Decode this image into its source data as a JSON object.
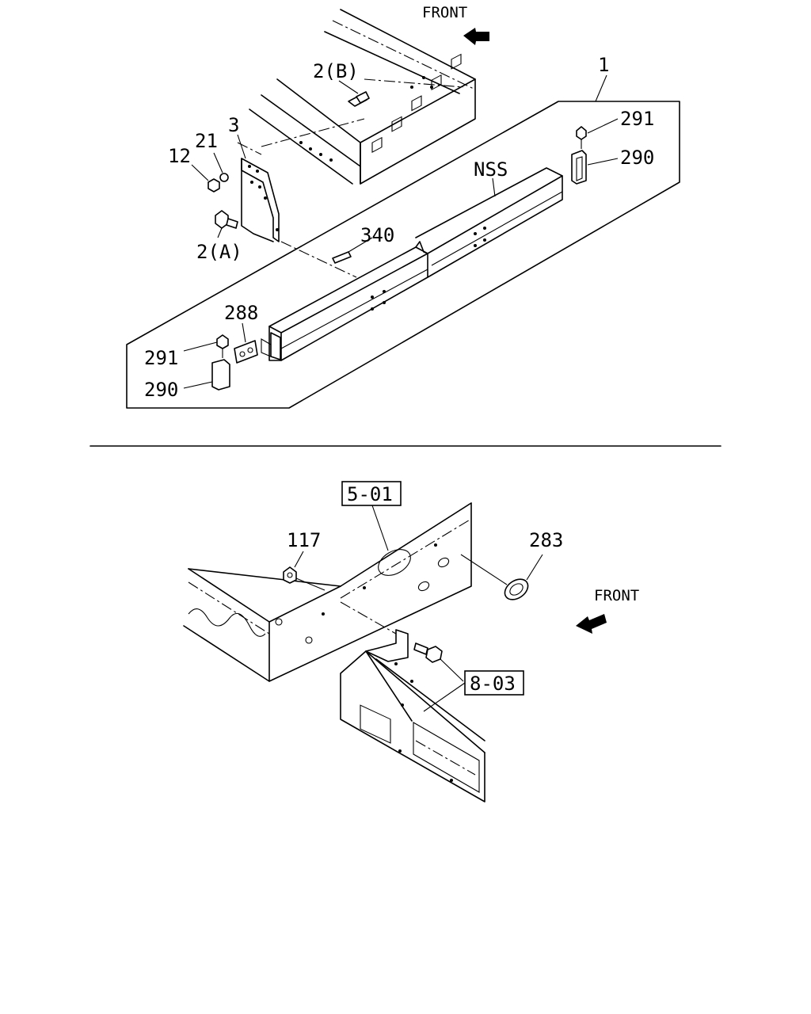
{
  "top": {
    "front_label": "FRONT",
    "callouts": {
      "c1": "1",
      "c2b": "2(B)",
      "c3": "3",
      "c21": "21",
      "c12": "12",
      "c2a": "2(A)",
      "c291r": "291",
      "c290r": "290",
      "cnss": "NSS",
      "c340": "340",
      "c288": "288",
      "c291l": "291",
      "c290l": "290"
    }
  },
  "bottom": {
    "front_label": "FRONT",
    "callouts": {
      "ref501": "5-01",
      "c117": "117",
      "c283": "283",
      "ref803": "8-03"
    }
  }
}
